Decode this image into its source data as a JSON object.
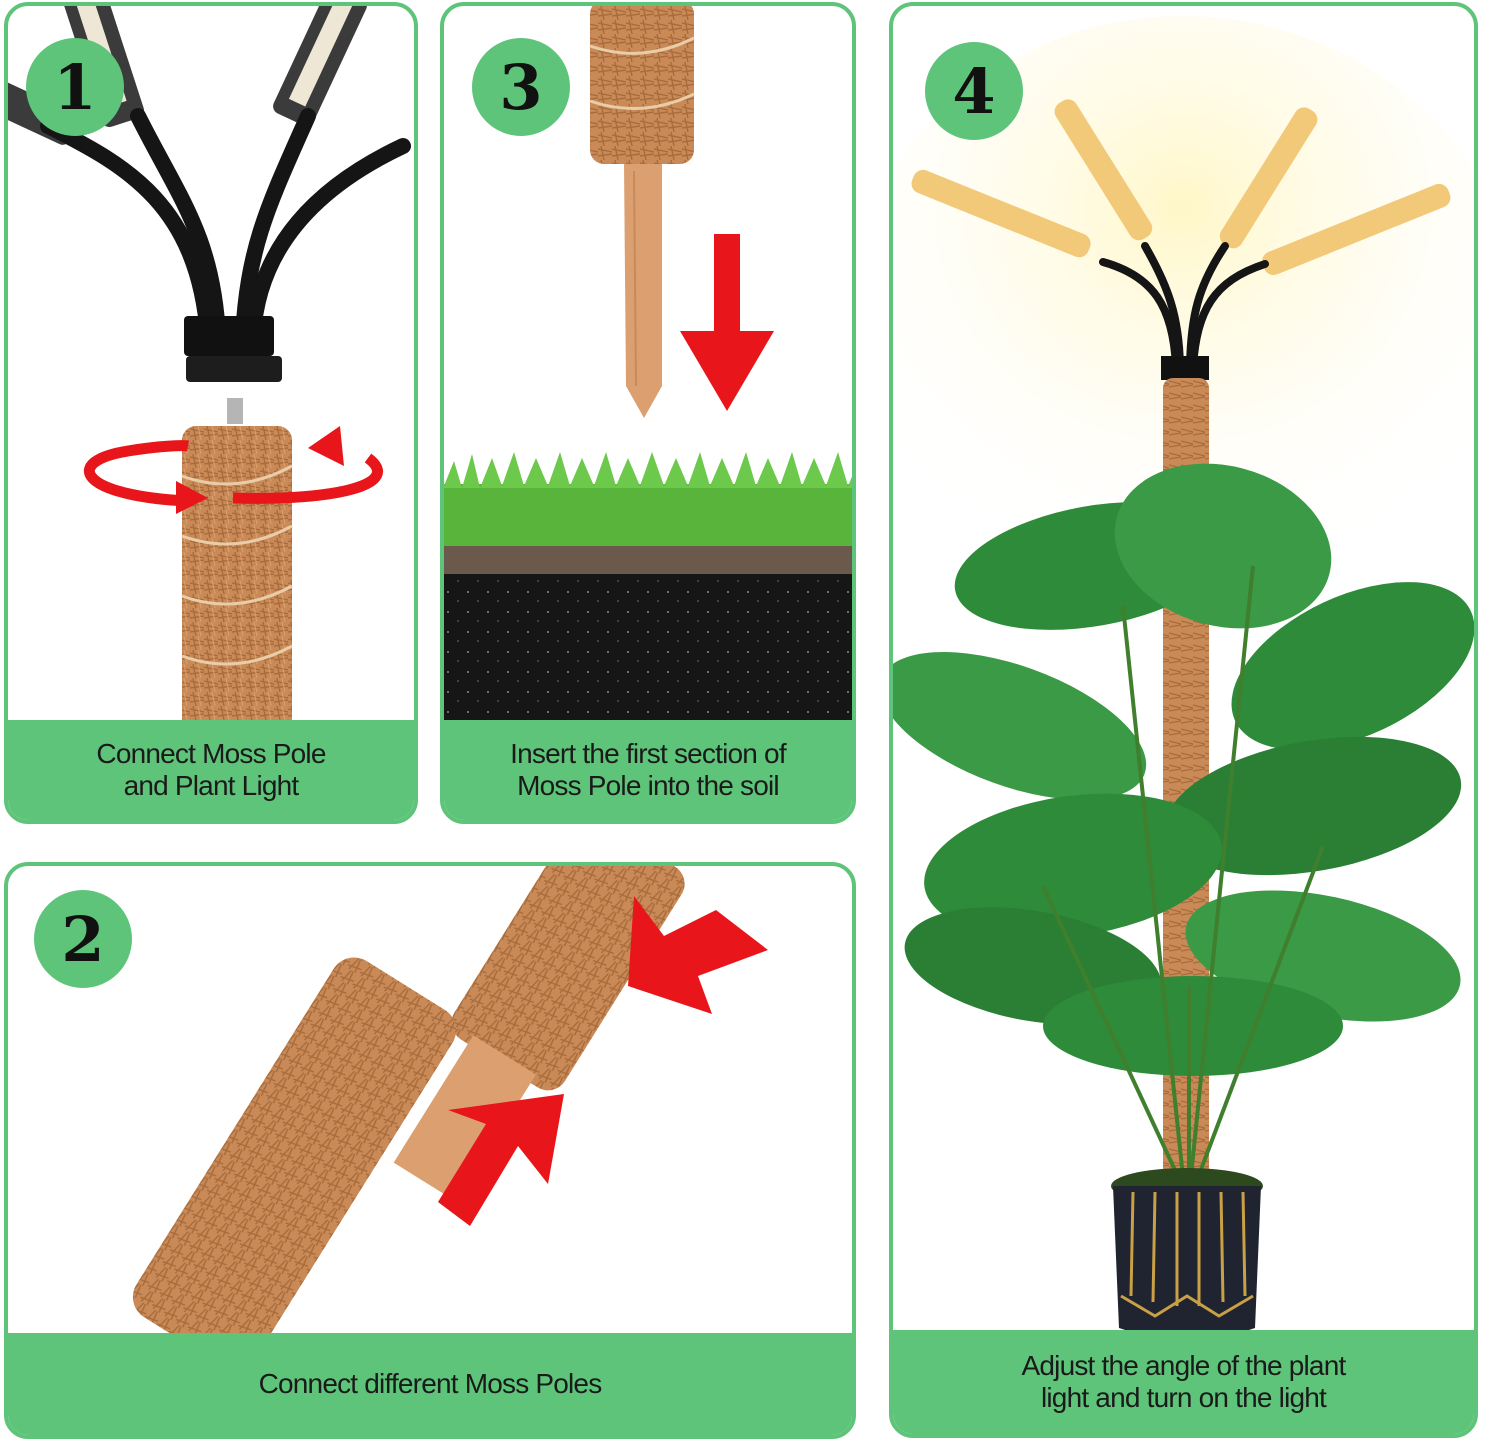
{
  "steps": [
    {
      "number": "1",
      "caption": "Connect Moss Pole\nand Plant Light"
    },
    {
      "number": "2",
      "caption": "Connect different Moss Poles"
    },
    {
      "number": "3",
      "caption": "Insert the first section of\nMoss Pole into the soil"
    },
    {
      "number": "4",
      "caption": "Adjust the angle of the plant\nlight and turn on the light"
    }
  ],
  "colors": {
    "panel_accent": "#5ec47a",
    "arrow": "#e8161b",
    "coir": "#c98a57",
    "wood": "#dca070",
    "leaf": "#2e8b3a",
    "soil": "#1a1a1a"
  },
  "icons": {
    "rotation": "rotate-arrows-icon",
    "insert": "down-arrow-icon",
    "join": "converging-arrows-icon"
  }
}
